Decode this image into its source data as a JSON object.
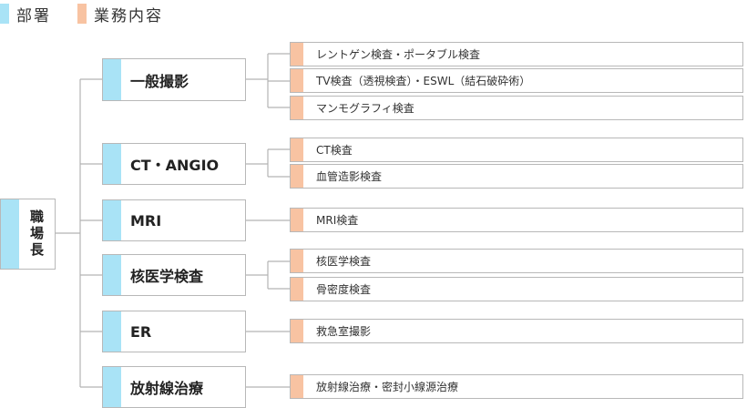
{
  "legend": {
    "dept": {
      "label": "部署",
      "color": "#a9e3f6"
    },
    "task": {
      "label": "業務内容",
      "color": "#f8c3a2"
    }
  },
  "root": {
    "label": "職場長",
    "color": "#a9e3f6"
  },
  "departments": [
    {
      "label": "一般撮影",
      "tasks": [
        "レントゲン検査・ポータブル検査",
        "TV検査（透視検査）・ESWL（結石破砕術）",
        "マンモグラフィ検査"
      ]
    },
    {
      "label": "CT・ANGIO",
      "tasks": [
        "CT検査",
        "血管造影検査"
      ]
    },
    {
      "label": "MRI",
      "tasks": [
        "MRI検査"
      ]
    },
    {
      "label": "核医学検査",
      "tasks": [
        "核医学検査",
        "骨密度検査"
      ]
    },
    {
      "label": "ER",
      "tasks": [
        "救急室撮影"
      ]
    },
    {
      "label": "放射線治療",
      "tasks": [
        "放射線治療・密封小線源治療"
      ]
    }
  ],
  "colors": {
    "line": "#b3b3b3",
    "border": "#b8b8b8"
  }
}
